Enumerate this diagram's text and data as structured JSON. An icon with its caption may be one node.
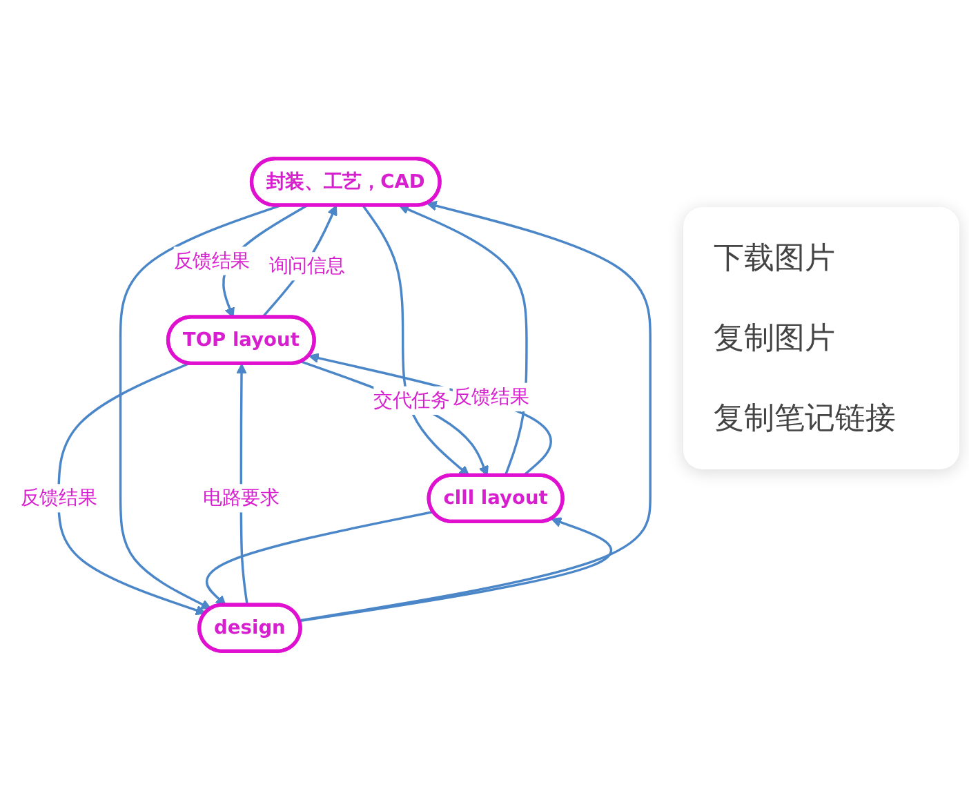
{
  "diagram": {
    "nodes": [
      {
        "text": [
          "封装、工艺，CAD"
        ]
      },
      {
        "text": [
          "TOP layout"
        ]
      },
      {
        "text": [
          "clll layout"
        ]
      },
      {
        "text": [
          "design"
        ]
      }
    ],
    "edges": [
      {
        "from": 1,
        "to": 0,
        "arrow": "to",
        "label": "询问信息"
      },
      {
        "from": 0,
        "to": 1,
        "arrow": "to",
        "label": "反馈结果"
      },
      {
        "from": 2,
        "to": 0,
        "arrow": "to"
      },
      {
        "from": 0,
        "to": 2,
        "arrow": "to"
      },
      {
        "from": 2,
        "to": 1,
        "arrow": "to",
        "label": "反馈结果"
      },
      {
        "from": 1,
        "to": 2,
        "arrow": "to",
        "label": "交代任务"
      },
      {
        "from": 1,
        "to": 3,
        "arrow": "to",
        "label": "反馈结果"
      },
      {
        "from": 3,
        "to": 1,
        "arrow": "to",
        "label": "电路要求"
      },
      {
        "from": 3,
        "to": 0,
        "arrow": "to"
      },
      {
        "from": 0,
        "to": 3,
        "arrow": "to"
      },
      {
        "from": 2,
        "to": 3,
        "arrow": "to"
      },
      {
        "from": 3,
        "to": 2,
        "arrow": "to"
      }
    ],
    "labels": [
      "下载图片",
      "复制图片",
      "复制笔记链接"
    ]
  }
}
